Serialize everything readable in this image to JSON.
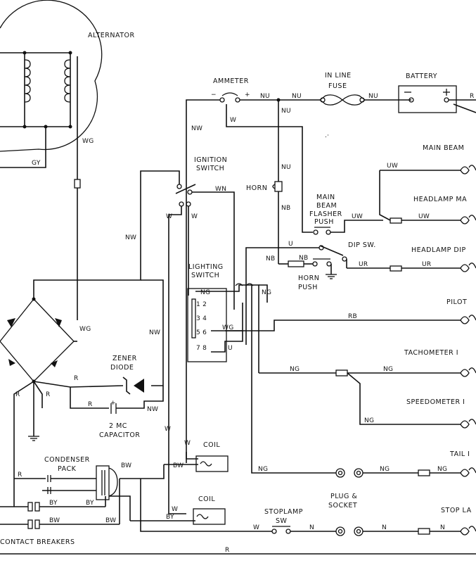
{
  "labels": {
    "alternator": "ALTERNATOR",
    "ammeter": "AMMETER",
    "inline_fuse_1": "IN LINE",
    "inline_fuse_2": "FUSE",
    "battery": "BATTERY",
    "main_beam": "MAIN BEAM",
    "ignition_switch_1": "IGNITION",
    "ignition_switch_2": "SWITCH",
    "horn": "HORN",
    "main_beam_flasher_1": "MAIN",
    "main_beam_flasher_2": "BEAM",
    "main_beam_flasher_3": "FLASHER",
    "main_beam_flasher_4": "PUSH",
    "headlamp_main": "HEADLAMP MA",
    "dip_sw": "DIP SW.",
    "headlamp_dip": "HEADLAMP DIP",
    "horn_push_1": "HORN",
    "horn_push_2": "PUSH",
    "pilot": "PILOT",
    "lighting_switch_1": "LIGHTING",
    "lighting_switch_2": "SWITCH",
    "tachometer": "TACHOMETER I",
    "zener_diode_1": "ZENER",
    "zener_diode_2": "DIODE",
    "speedometer": "SPEEDOMETER I",
    "capacitor_1": "2 MC",
    "capacitor_2": "CAPACITOR",
    "coil_1": "COIL",
    "coil_2": "COIL",
    "condenser_pack_1": "CONDENSER",
    "condenser_pack_2": "PACK",
    "tail": "TAIL I",
    "plug_socket_1": "PLUG &",
    "plug_socket_2": "SOCKET",
    "stop_lamp_sw_1": "STOPLAMP",
    "stop_lamp_sw_2": "SW",
    "stop_lamp": "STOP LA",
    "contact_breakers": "CONTACT BREAKERS"
  },
  "wire_codes": {
    "wg_alt": "WG",
    "gy": "GY",
    "nu_1": "NU",
    "nu_2": "NU",
    "nu_3": "NU",
    "nu_4": "NU",
    "nu_5": "NU",
    "r_batt": "R",
    "nw_1": "NW",
    "w_amm": "W",
    "uw_1": "UW",
    "uw_2": "UW",
    "uw_3": "UW",
    "wn": "WN",
    "nb_1": "NB",
    "nb_2": "NB",
    "nb_3": "NB",
    "nw_2": "NW",
    "w_ign_1": "W",
    "w_ign_2": "W",
    "u_dip": "U",
    "ur_1": "UR",
    "ur_2": "UR",
    "ng_ls_1": "NG",
    "ng_ls_2": "NG",
    "wg_bridge": "WG",
    "nw_3": "NW",
    "wg_ls": "WG",
    "rb": "RB",
    "u_ls": "U",
    "ng_t1": "NG",
    "ng_t2": "NG",
    "r_z": "R",
    "r_b1": "R",
    "r_b2": "R",
    "r_cap": "R",
    "nw_cap": "NW",
    "ng_s": "NG",
    "w_coil": "W",
    "w_coil2": "W",
    "bw_coil": "BW",
    "bw_cp": "BW",
    "ng_tail1": "NG",
    "ng_tail2": "NG",
    "ng_tail3": "NG",
    "r_cp": "R",
    "w_coil3": "W",
    "by_coil": "BY",
    "by_1": "BY",
    "by_2": "BY",
    "bw_1": "BW",
    "bw_2": "BW",
    "w_stop": "W",
    "n_stop1": "N",
    "n_stop2": "N",
    "n_stop3": "N",
    "r_bottom": "R",
    "pm_minus": "−",
    "pm_plus": "+",
    "pm_plus2": "+",
    "ls_12": "1  2",
    "ls_34": "3  4",
    "ls_56": "5  6",
    "ls_78": "7  8"
  },
  "colors": {
    "ink": "#111111",
    "paper": "#ffffff"
  }
}
